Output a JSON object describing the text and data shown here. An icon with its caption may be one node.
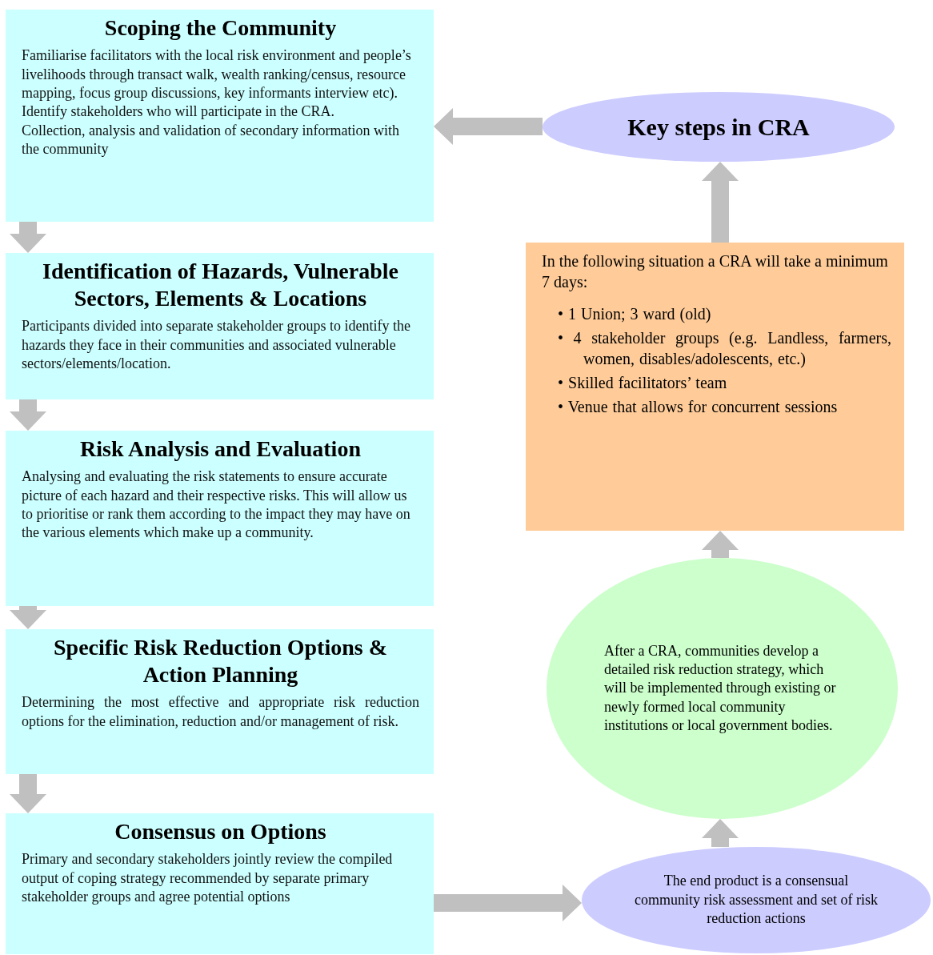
{
  "diagram": {
    "nodes": [
      {
        "text": [
          "Scoping the Community",
          "Familiarise facilitators with the local risk environment and people’s livelihoods through transact walk, wealth ranking/census, resource mapping, focus group discussions, key informants interview etc). Identify stakeholders who will participate in the CRA.",
          "Collection, analysis and validation of secondary information with the community"
        ]
      },
      {
        "text": [
          "Identification of Hazards, Vulnerable Sectors, Elements & Locations",
          "Participants divided into separate stakeholder groups to identify the hazards they face in their communities and associated vulnerable sectors/elements/location."
        ]
      },
      {
        "text": [
          "Risk Analysis and Evaluation",
          "Analysing and evaluating the risk statements to ensure accurate picture of each hazard and their respective risks. This will allow us to prioritise or rank them according to the impact they may have on the various elements which make up a community."
        ]
      },
      {
        "text": [
          "Specific Risk Reduction Options & Action Planning",
          "Determining the most effective and appropriate risk reduction options for the elimination, reduction and/or management of risk."
        ]
      },
      {
        "text": [
          "Consensus on Options",
          "Primary and secondary stakeholders jointly review the compiled output of coping strategy recommended by separate primary stakeholder groups and agree potential options"
        ]
      },
      {
        "text": [
          "The end product is a consensual community risk assessment and set of risk reduction actions"
        ]
      },
      {
        "text": [
          "After a CRA, communities develop a detailed risk reduction strategy, which will be implemented through existing or newly formed local community institutions or local government bodies."
        ]
      },
      {
        "text": [
          "In the following situation a CRA will take a minimum 7 days:",
          "• 1 Union; 3 ward (old)",
          "• 4 stakeholder groups (e.g. Landless, farmers, women, disables/adolescents, etc.)",
          "• Skilled facilitators’ team",
          "• Venue that allows for concurrent sessions"
        ]
      },
      {
        "text": [
          "Key steps in CRA"
        ]
      }
    ],
    "edges": [
      {
        "from": 0,
        "to": 1,
        "arrow": "to"
      },
      {
        "from": 1,
        "to": 2,
        "arrow": "to"
      },
      {
        "from": 2,
        "to": 3,
        "arrow": "to"
      },
      {
        "from": 3,
        "to": 4,
        "arrow": "to"
      },
      {
        "from": 4,
        "to": 5,
        "arrow": "to"
      },
      {
        "from": 5,
        "to": 6,
        "arrow": "to"
      },
      {
        "from": 6,
        "to": 7,
        "arrow": "to"
      },
      {
        "from": 7,
        "to": 8,
        "arrow": "to"
      },
      {
        "from": 8,
        "to": 0,
        "arrow": "to"
      }
    ]
  }
}
